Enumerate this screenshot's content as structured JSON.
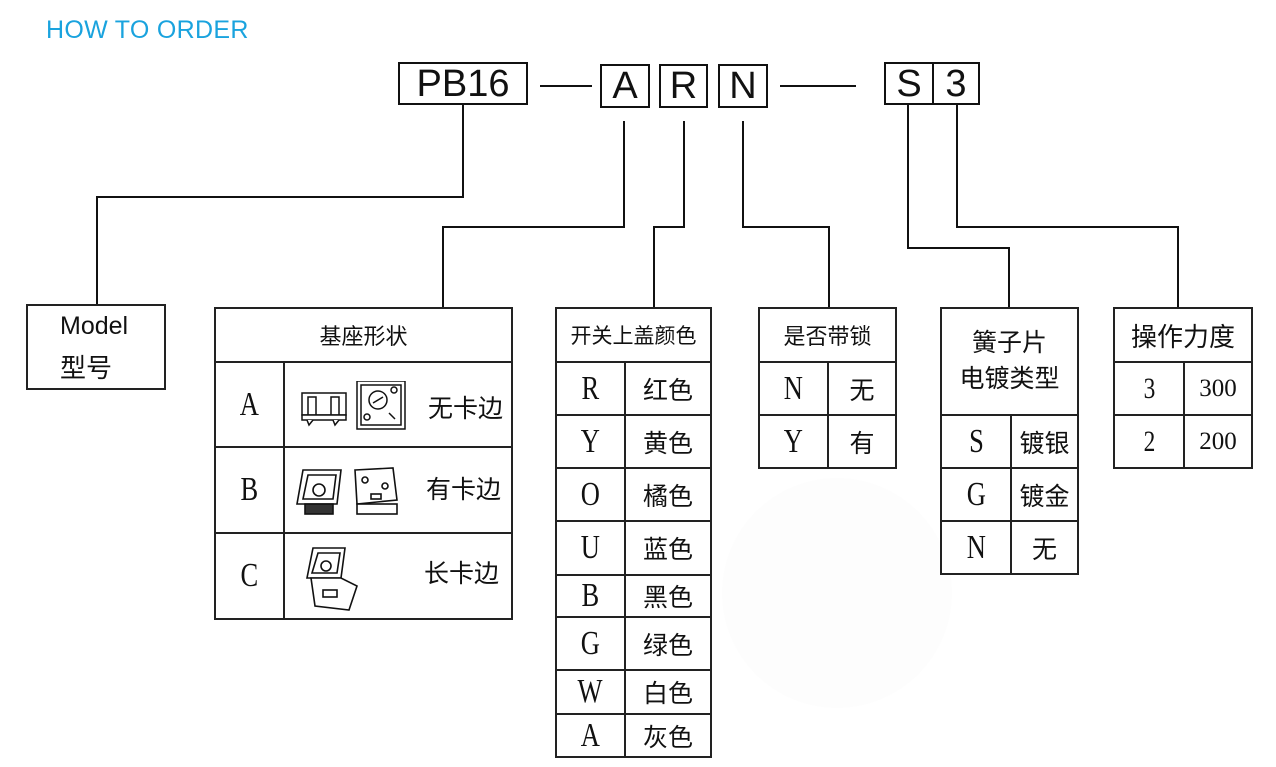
{
  "header": {
    "title": "HOW TO ORDER"
  },
  "order_code": {
    "segments": [
      "PB16",
      "A",
      "R",
      "N",
      "S",
      "3"
    ]
  },
  "model": {
    "label_en": "Model",
    "label_cn": "型号"
  },
  "base_shape": {
    "header": "基座形状",
    "rows": [
      {
        "code": "A",
        "desc": "无卡边",
        "icons": [
          "side-view-pins-icon",
          "top-view-square-icon"
        ]
      },
      {
        "code": "B",
        "desc": "有卡边",
        "icons": [
          "isometric-flanged-front-icon",
          "isometric-flanged-back-icon"
        ]
      },
      {
        "code": "C",
        "desc": "长卡边",
        "icons": [
          "isometric-long-flange-icon"
        ]
      }
    ]
  },
  "cap_color": {
    "header": "开关上盖颜色",
    "rows": [
      {
        "code": "R",
        "desc": "红色"
      },
      {
        "code": "Y",
        "desc": "黄色"
      },
      {
        "code": "O",
        "desc": "橘色"
      },
      {
        "code": "U",
        "desc": "蓝色"
      },
      {
        "code": "B",
        "desc": "黑色"
      },
      {
        "code": "G",
        "desc": "绿色"
      },
      {
        "code": "W",
        "desc": "白色"
      },
      {
        "code": "A",
        "desc": "灰色"
      }
    ]
  },
  "lock": {
    "header": "是否带锁",
    "rows": [
      {
        "code": "N",
        "desc": "无"
      },
      {
        "code": "Y",
        "desc": "有"
      }
    ]
  },
  "plating": {
    "header_line1": "簧子片",
    "header_line2": "电镀类型",
    "rows": [
      {
        "code": "S",
        "desc": "镀银"
      },
      {
        "code": "G",
        "desc": "镀金"
      },
      {
        "code": "N",
        "desc": "无"
      }
    ]
  },
  "force": {
    "header": "操作力度",
    "rows": [
      {
        "code": "3",
        "desc": "300"
      },
      {
        "code": "2",
        "desc": "200"
      }
    ]
  },
  "colors": {
    "title": "#1aa3de",
    "line": "#111111"
  }
}
